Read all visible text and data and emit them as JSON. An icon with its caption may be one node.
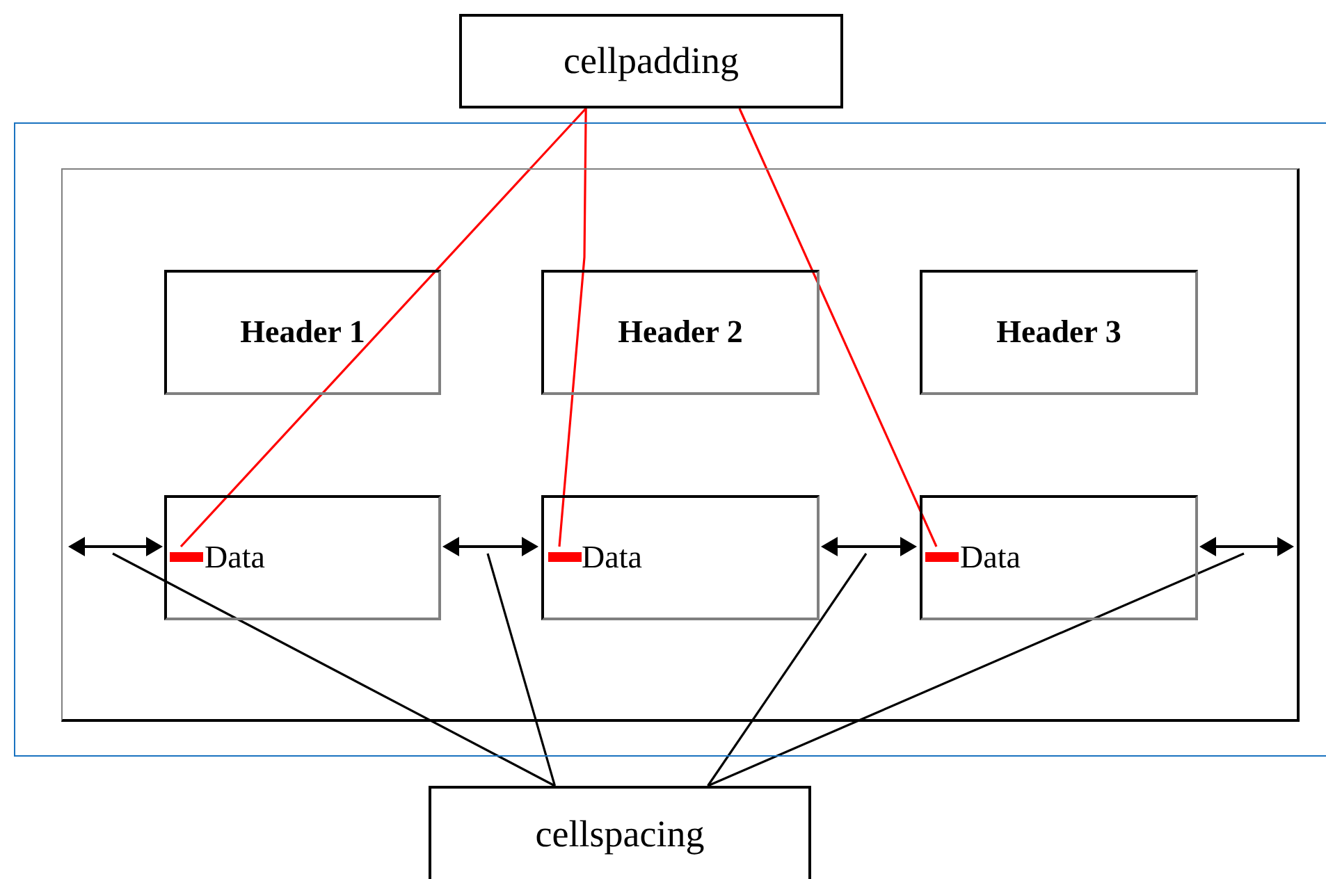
{
  "diagram": {
    "nodes": [
      {
        "text": [
          "cellpadding"
        ]
      },
      {
        "text": [],
        "shape": "box"
      },
      {
        "text": [],
        "shape": "box",
        "in": 1
      },
      {
        "text": [
          "Header 1"
        ],
        "in": 2
      },
      {
        "text": [
          "Header 2"
        ],
        "in": 2
      },
      {
        "text": [
          "Header 3"
        ],
        "in": 2
      },
      {
        "text": [],
        "shape": "arrow",
        "in": 2
      },
      {
        "text": [
          "Data"
        ],
        "in": 2
      },
      {
        "text": [],
        "shape": "bar",
        "in": 7
      },
      {
        "text": [],
        "shape": "arrow",
        "in": 2
      },
      {
        "text": [
          "Data"
        ],
        "in": 2
      },
      {
        "text": [],
        "shape": "bar",
        "in": 10
      },
      {
        "text": [],
        "shape": "arrow",
        "in": 2
      },
      {
        "text": [
          "Data"
        ],
        "in": 2
      },
      {
        "text": [],
        "shape": "bar",
        "in": 13
      },
      {
        "text": [],
        "shape": "arrow",
        "in": 2
      },
      {
        "text": [
          "cellspacing"
        ]
      }
    ],
    "edges": [
      {
        "from": 0,
        "to": 8,
        "arrow": "none",
        "color": "#ff0000"
      },
      {
        "from": 0,
        "to": 11,
        "arrow": "none",
        "color": "#ff0000"
      },
      {
        "from": 0,
        "to": 14,
        "arrow": "none",
        "color": "#ff0000"
      },
      {
        "from": 16,
        "to": 6,
        "arrow": "none"
      },
      {
        "from": 16,
        "to": 9,
        "arrow": "none"
      },
      {
        "from": 16,
        "to": 12,
        "arrow": "none"
      },
      {
        "from": 16,
        "to": 15,
        "arrow": "none"
      }
    ]
  }
}
